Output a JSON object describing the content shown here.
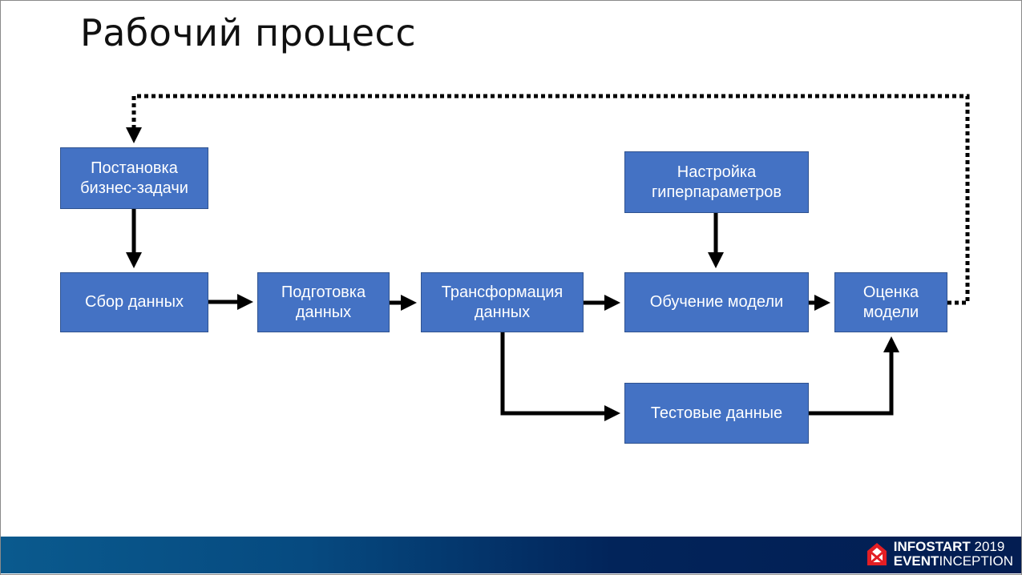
{
  "title": "Рабочий процесс",
  "boxes": {
    "business_task": "Постановка бизнес-задачи",
    "data_collection": "Сбор данных",
    "data_preparation": "Подготовка данных",
    "data_transformation": "Трансформация данных",
    "hyperparameters": "Настройка гиперпараметров",
    "model_training": "Обучение модели",
    "model_evaluation": "Оценка модели",
    "test_data": "Тестовые данные"
  },
  "footer": {
    "brand_bold_1": "INFOSTART",
    "brand_year": "2019",
    "brand_bold_2": "EVENT",
    "brand_2": "INCEPTION"
  },
  "colors": {
    "box": "#4472C4",
    "box_border": "#2F528F",
    "arrow": "#000000"
  }
}
